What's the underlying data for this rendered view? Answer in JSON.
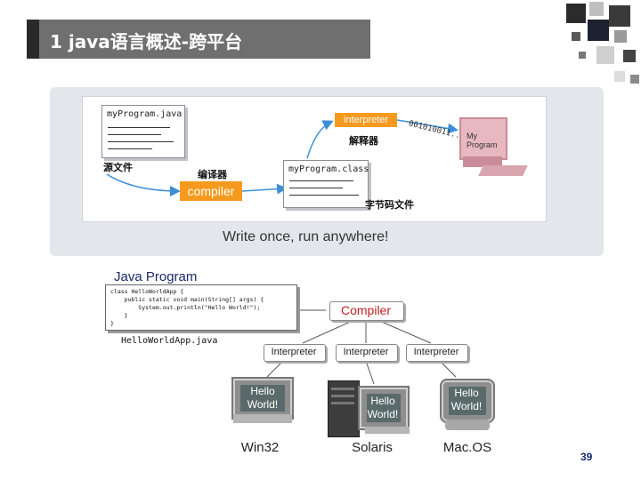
{
  "title": "1 java语言概述-跨平台",
  "top_diagram": {
    "source_file": "myProgram.java",
    "source_label_cn": "源文件",
    "compiler_label_cn": "编译器",
    "compiler_button": "compiler",
    "bytecode_file": "myProgram.class",
    "bytecode_label_cn": "字节码文件",
    "interpreter_button": "interpreter",
    "interpreter_label_cn": "解释器",
    "binary": "001010011...",
    "computer_label_1": "My",
    "computer_label_2": "Program",
    "slogan": "Write once, run anywhere!"
  },
  "bottom_diagram": {
    "java_program_label": "Java Program",
    "code_lines": [
      "class HelloWorldApp {",
      "    public static void main(String[] args) {",
      "        System.out.println(\"Hello World!\");",
      "    }",
      "}"
    ],
    "file_name": "HelloWorldApp.java",
    "compiler": "Compiler",
    "interpreters": [
      "Interpreter",
      "Interpreter",
      "Interpreter"
    ],
    "hello": [
      "Hello",
      "World!"
    ],
    "platforms": [
      "Win32",
      "Solaris",
      "Mac.OS"
    ]
  },
  "page_number": "39",
  "colors": {
    "title_bar": "#6f6f6f",
    "orange": "#f59a1e",
    "arrow_blue": "#3b8fd6",
    "compiler_red": "#c0201f",
    "label_navy": "#1a2a6c"
  }
}
